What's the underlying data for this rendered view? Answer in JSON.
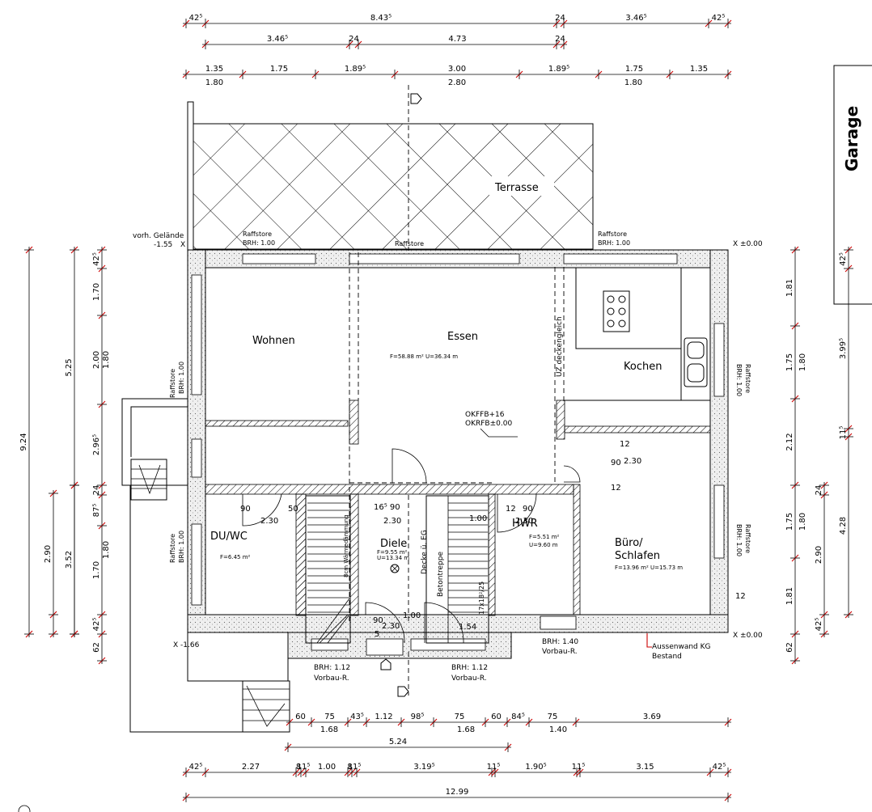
{
  "garage": {
    "label": "Garage"
  },
  "terrace": {
    "label": "Terrasse"
  },
  "rooms": {
    "wohnen": "Wohnen",
    "essen": "Essen",
    "essen_area": "F=58.88 m² U=36.34 m",
    "kochen": "Kochen",
    "duwc": "DU/WC",
    "duwc_area": "F=6.45 m²",
    "diele": "Diele",
    "diele_area1": "F=9.55 m²",
    "diele_area2": "U=13.34 m",
    "hwr": "HWR",
    "hwr_area1": "F=5.51 m²",
    "hwr_area2": "U=9.60 m",
    "buero1": "Büro/",
    "buero2": "Schlafen",
    "buero_area": "F=13.96 m² U=15.73 m"
  },
  "labels": {
    "vorh_gelaende": "vorh. Gelände",
    "vorh_gelaende_val": "-1.55",
    "x_zero_top": "X ±0.00",
    "x_zero_bottom": "X ±0.00",
    "x_166": "X -1.66",
    "raffstore": "Raffstore",
    "brh100": "BRH: 1.00",
    "brh140": "BRH: 1.40",
    "brh112": "BRH: 1.12",
    "vorbau": "Vorbau-R.",
    "aussenwand1": "Aussenwand KG",
    "aussenwand2": "Bestand",
    "uz": "UZ deckengleich",
    "okffb": "OKFFB+16",
    "okrfb": "OKRFB±0.00",
    "decke": "Decke ü. EG",
    "betontreppe": "Betontreppe",
    "waerme": "8cm Wärmedämmung",
    "stair_ratio": "17x18²/25"
  },
  "dims": {
    "top1": [
      "42⁵",
      "8.43⁵",
      "24",
      "3.46⁵",
      "42⁵"
    ],
    "top2": [
      "3.46⁵",
      "24",
      "4.73",
      "24"
    ],
    "top3": [
      "1.35",
      "1.75",
      "1.89⁵",
      "3.00",
      "1.89⁵",
      "1.75",
      "1.35"
    ],
    "top3b": [
      "1.80",
      "2.80",
      "1.80"
    ],
    "left_outer": [
      "9.24"
    ],
    "left_mid": [
      "5.25",
      "2.90",
      "3.52"
    ],
    "left_inner": [
      "42⁵",
      "1.70",
      "2.00",
      "2.96⁵",
      "24",
      "87⁵",
      "1.70",
      "42⁵",
      "62"
    ],
    "left_inner2": [
      "1.80",
      "1.80"
    ],
    "left_small": [
      "42⁵"
    ],
    "right_inner": [
      "1.81",
      "1.75",
      "2.12",
      "1.75",
      "1.81",
      "62"
    ],
    "right_inner2": [
      "1.80",
      "1.80"
    ],
    "right_mid": [
      "2.90",
      "42⁵",
      "24"
    ],
    "right_outer": [
      "42⁵",
      "3.99⁵",
      "11⁵",
      "4.28",
      "42⁵"
    ],
    "bot1": [
      "60",
      "75",
      "43⁵",
      "1.12",
      "98⁵",
      "75",
      "60",
      "84⁵",
      "75",
      "3.69"
    ],
    "bot1b": [
      "1.68",
      "1.68",
      "1.40"
    ],
    "bot2": [
      "5.24"
    ],
    "bot3": [
      "42⁵",
      "2.27",
      "8",
      "11⁵",
      "1.00",
      "8",
      "11⁵",
      "3.19⁵",
      "11⁵",
      "1.90⁵",
      "11⁵",
      "3.15",
      "42⁵"
    ],
    "bot4": [
      "12.99"
    ],
    "inner": [
      "90",
      "2.30",
      "50",
      "16⁵ 90",
      "2.30",
      "1.00",
      "12",
      "90",
      "2.30",
      "90",
      "12",
      "2.30",
      "12",
      "12",
      "5",
      "90",
      "2.30",
      "1.00",
      "1.54"
    ]
  }
}
